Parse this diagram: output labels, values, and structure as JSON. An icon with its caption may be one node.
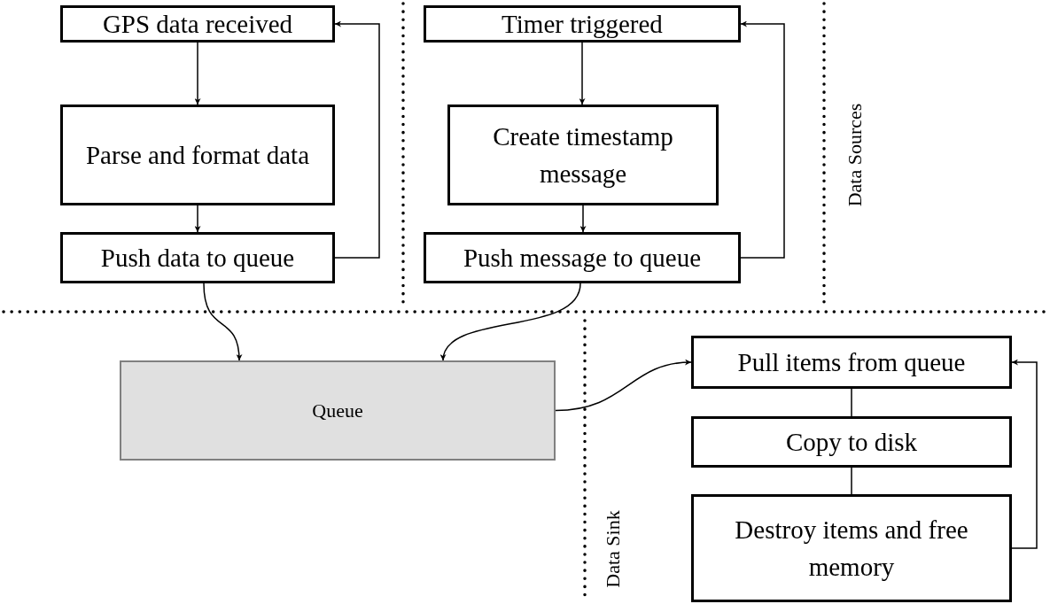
{
  "diagram": {
    "nodes": [
      {
        "text": [
          "GPS data received"
        ]
      },
      {
        "text": [
          "Parse and format data"
        ]
      },
      {
        "text": [
          "Push data to queue"
        ]
      },
      {
        "text": [
          "Timer triggered"
        ]
      },
      {
        "text": [
          "Create timestamp message"
        ]
      },
      {
        "text": [
          "Push message to queue"
        ]
      },
      {
        "text": [
          "Queue"
        ]
      },
      {
        "text": [
          "Pull items from queue"
        ]
      },
      {
        "text": [
          "Copy to disk"
        ]
      },
      {
        "text": [
          "Destroy items and free memory"
        ]
      }
    ],
    "edges": [
      {
        "from": 0,
        "to": 1,
        "arrow": "to"
      },
      {
        "from": 1,
        "to": 2,
        "arrow": "to"
      },
      {
        "from": 2,
        "to": 0,
        "arrow": "to"
      },
      {
        "from": 3,
        "to": 4,
        "arrow": "to"
      },
      {
        "from": 4,
        "to": 5,
        "arrow": "to"
      },
      {
        "from": 5,
        "to": 3,
        "arrow": "to"
      },
      {
        "from": 2,
        "to": 6,
        "arrow": "to"
      },
      {
        "from": 5,
        "to": 6,
        "arrow": "to"
      },
      {
        "from": 6,
        "to": 7,
        "arrow": "to"
      },
      {
        "from": 7,
        "to": 8,
        "arrow": "none"
      },
      {
        "from": 8,
        "to": 9,
        "arrow": "none"
      },
      {
        "from": 9,
        "to": 7,
        "arrow": "to"
      }
    ],
    "labels": [
      "Data Sources",
      "Data Sink"
    ]
  }
}
